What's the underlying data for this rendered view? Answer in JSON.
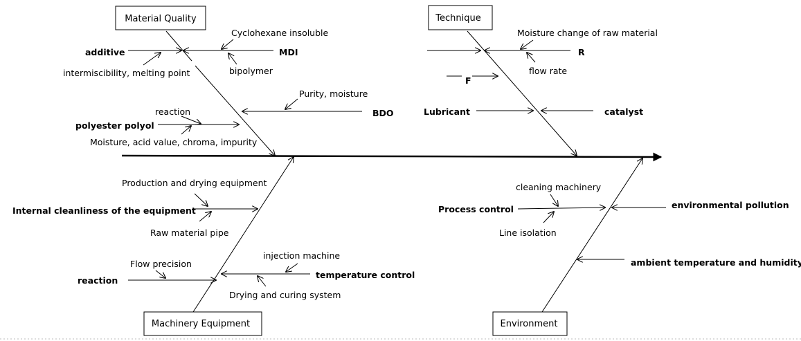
{
  "categories": {
    "material_quality": "Material Quality",
    "technique": "Technique",
    "machinery_equipment": "Machinery Equipment",
    "environment": "Environment"
  },
  "material": {
    "additive": "additive",
    "mdi": "MDI",
    "cyclohexane": "Cyclohexane insoluble",
    "bipolymer": "bipolymer",
    "intermiscibility": "intermiscibility, melting point",
    "purity": "Purity, moisture",
    "bdo": "BDO",
    "reaction": "reaction",
    "polyester": "polyester polyol",
    "moisture_acid": "Moisture, acid value, chroma, impurity"
  },
  "technique": {
    "moisture_change": "Moisture change of raw material",
    "r": "R",
    "flow_rate": "flow rate",
    "f": "F",
    "lubricant": "Lubricant",
    "catalyst": "catalyst"
  },
  "machinery": {
    "production_drying": "Production and drying equipment",
    "internal_clean": "Internal cleanliness of the equipment",
    "raw_pipe": "Raw material pipe",
    "flow_precision": "Flow precision",
    "reaction": "reaction",
    "injection": "injection machine",
    "temp_control": "temperature control",
    "drying_curing": "Drying and curing system"
  },
  "environment": {
    "cleaning": "cleaning machinery",
    "process_control": "Process control",
    "env_pollution": "environmental pollution",
    "line_isolation": "Line isolation",
    "ambient": "ambient temperature and humidity"
  }
}
